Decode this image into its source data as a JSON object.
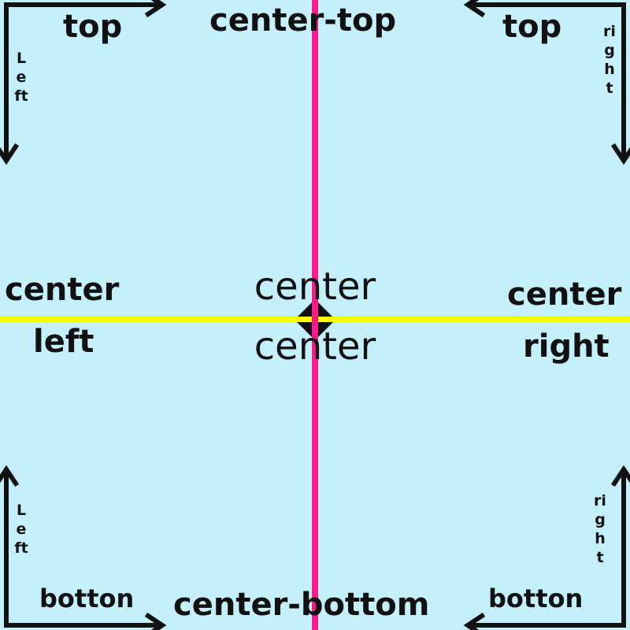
{
  "labels": {
    "top_left": "top",
    "center_top": "center-top",
    "top_right": "top",
    "left_vertical_top": "Left",
    "right_vertical_top": "right",
    "center_left_line1": "center",
    "center_left_line2": "left",
    "center_line1": "center",
    "center_line2": "center",
    "center_right_line1": "center",
    "center_right_line2": "right",
    "left_vertical_bottom": "Left",
    "right_vertical_bottom": "right",
    "bottom_left": "botton",
    "center_bottom": "center-bottom",
    "bottom_right": "botton"
  },
  "colors": {
    "background": "#c4effd",
    "vertical_axis": "#ff1a8c",
    "horizontal_axis": "#ffff00",
    "arrows": "#111111"
  },
  "icons": {
    "origin": "diamond-marker-icon",
    "corner_arrows": "corner-arrow-icon"
  }
}
